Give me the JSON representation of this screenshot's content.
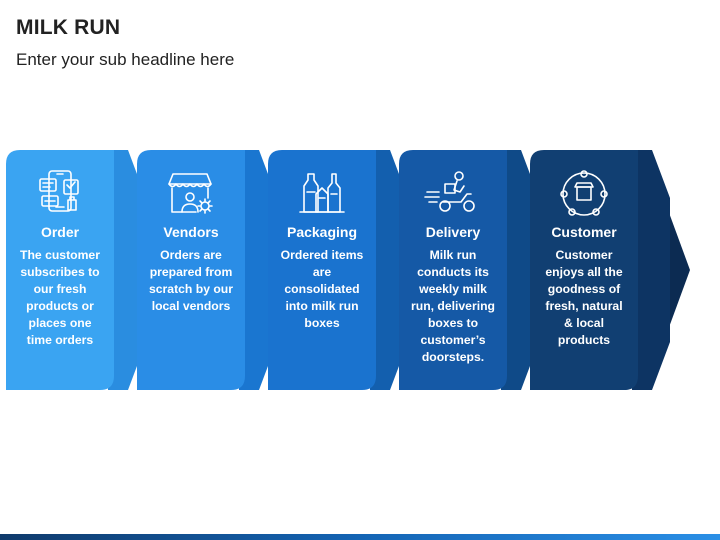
{
  "header": {
    "title": "MILK RUN",
    "subtitle": "Enter your sub headline here"
  },
  "colors": {
    "step_fills": [
      "#3aa4f2",
      "#2a8de6",
      "#1a73cf",
      "#1559a6",
      "#113f72"
    ],
    "tab_fills": [
      "#2a8de0",
      "#1a76d0",
      "#135fae",
      "#0f4a88",
      "#0d3463"
    ],
    "final_arrow": "#0c2b52",
    "text": "#ffffff",
    "title_text": "#222222"
  },
  "steps": [
    {
      "label": "Order",
      "icon": "mobile-order-icon",
      "description": "The customer subscribes to our fresh products or places one time orders"
    },
    {
      "label": "Vendors",
      "icon": "vendor-store-icon",
      "description": "Orders are prepared from scratch by our local vendors"
    },
    {
      "label": "Packaging",
      "icon": "packaging-bottles-icon",
      "description": "Ordered items are consolidated into milk run boxes"
    },
    {
      "label": "Delivery",
      "icon": "delivery-scooter-icon",
      "description": "Milk run conducts its weekly milk run, delivering boxes to customer’s doorsteps."
    },
    {
      "label": "Customer",
      "icon": "customer-network-icon",
      "description": "Customer enjoys all the goodness of fresh, natural & local products"
    }
  ]
}
